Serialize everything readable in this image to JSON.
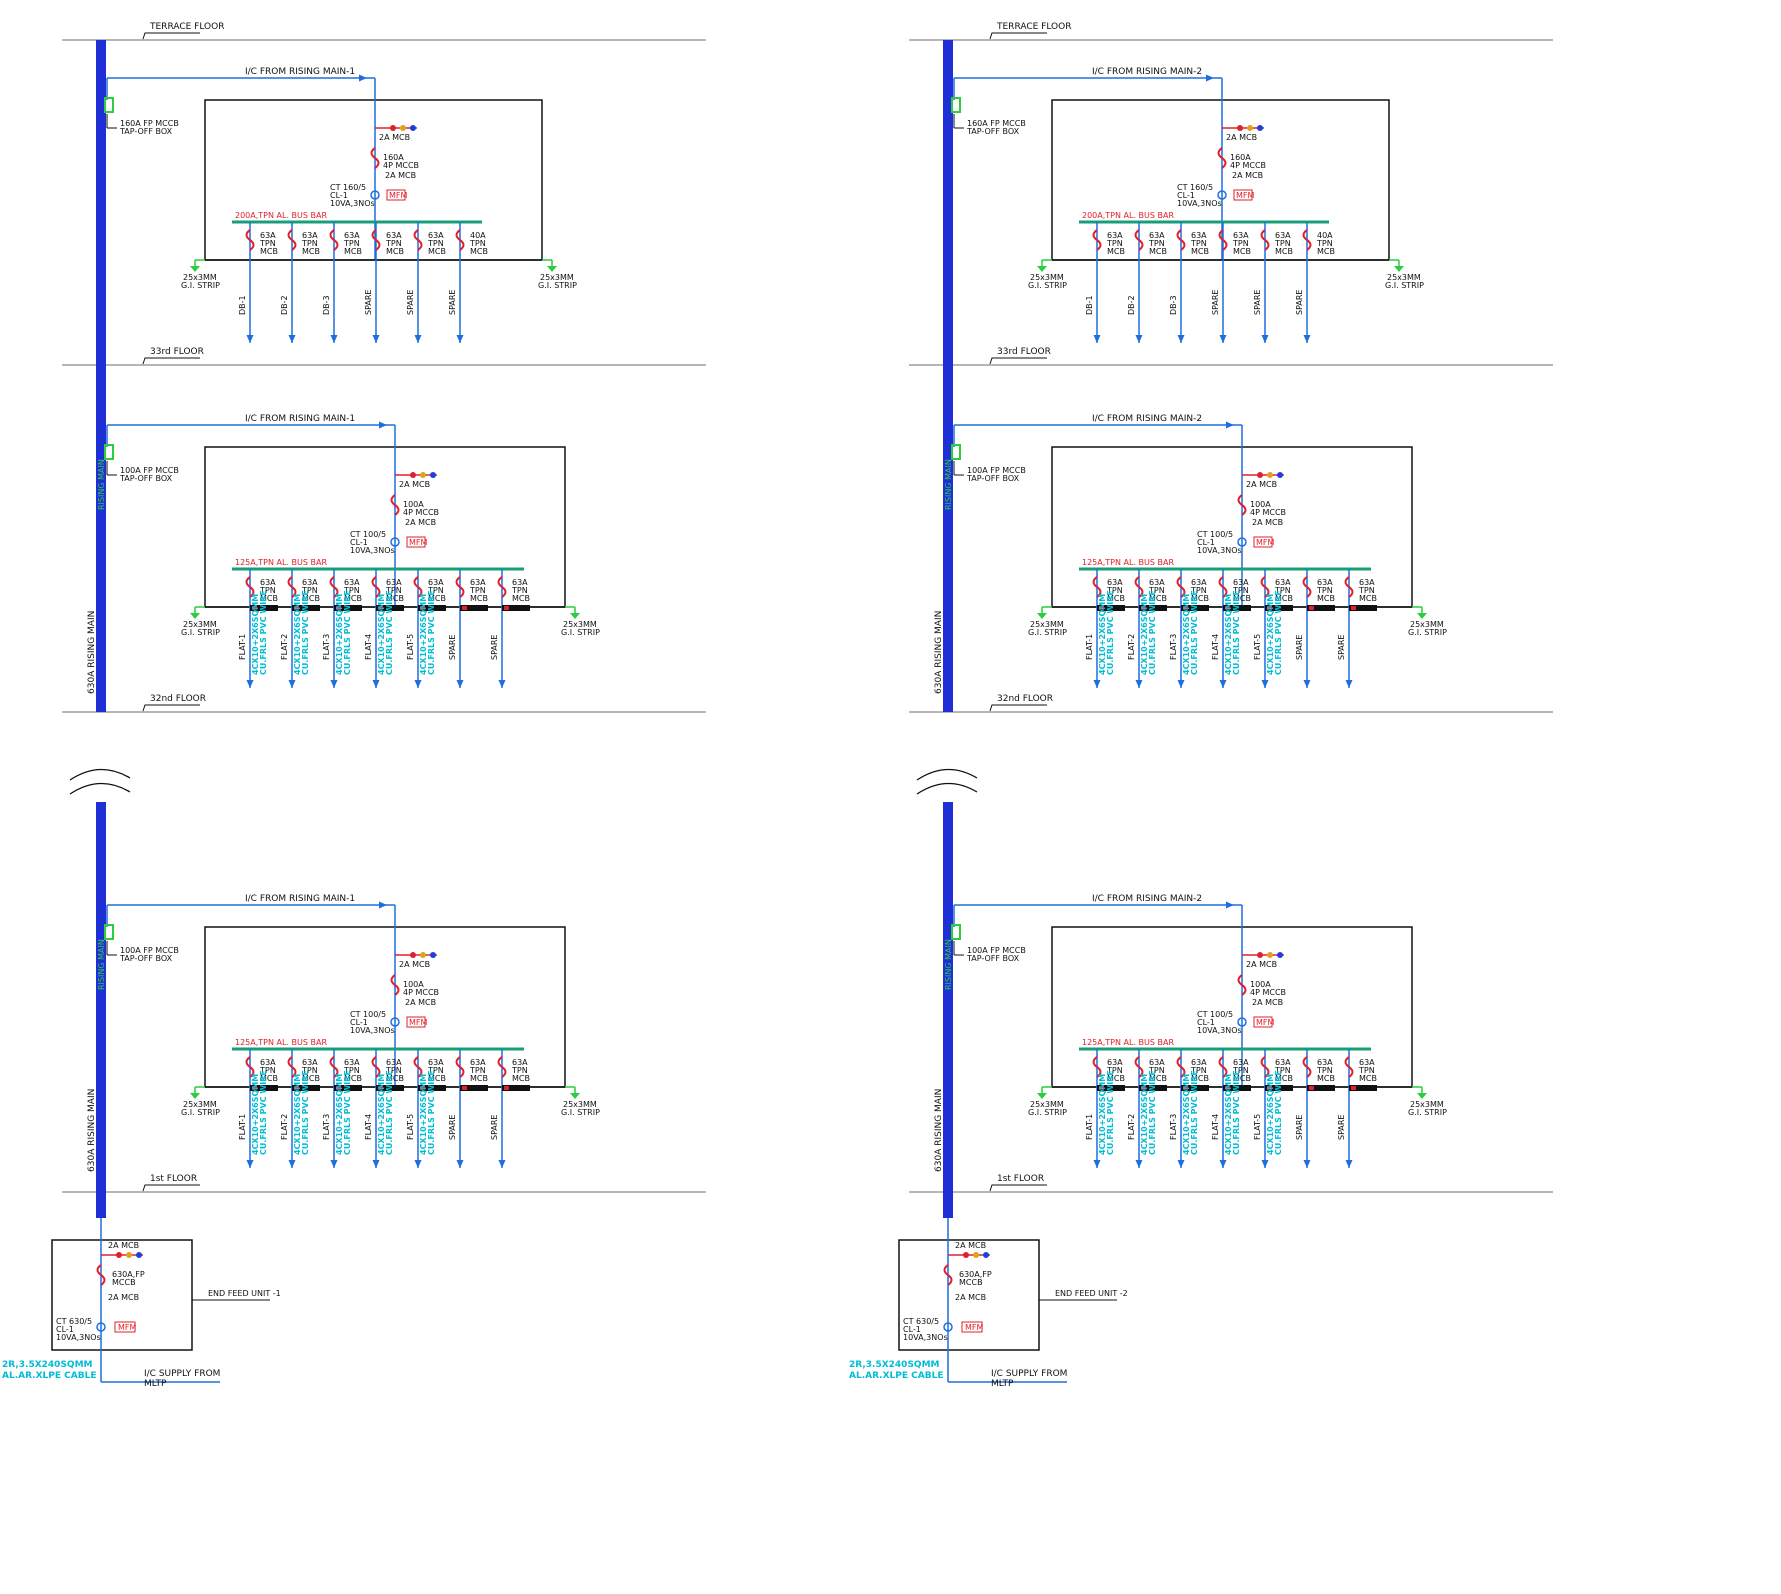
{
  "floors": {
    "terrace": "TERRACE FLOOR",
    "f33": "33rd FLOOR",
    "f32": "32nd FLOOR",
    "f1": "1st FLOOR"
  },
  "rising_main": {
    "label": "630A RISING MAIN",
    "tag": "RISING MAIN",
    "color": "#1f2fd6"
  },
  "sides": [
    {
      "incomer": "I/C FROM RISING MAIN-1",
      "end_feed": "END FEED UNIT -1"
    },
    {
      "incomer": "I/C FROM RISING MAIN-2",
      "end_feed": "END FEED UNIT -2"
    }
  ],
  "panels": {
    "top": {
      "tapoff": [
        "160A FP MCCB",
        "TAP-OFF BOX"
      ],
      "main_breaker": [
        "160A",
        "4P MCCB"
      ],
      "ct": [
        "CT 160/5",
        "CL-1",
        "10VA,3NOs"
      ],
      "busbar": "200A,TPN AL. BUS BAR",
      "breakers": [
        "63A",
        "63A",
        "63A",
        "63A",
        "63A",
        "40A"
      ],
      "breaker_type": [
        "TPN",
        "MCB"
      ],
      "outgoings": [
        "DB-1",
        "DB-2",
        "DB-3",
        "SPARE",
        "SPARE",
        "SPARE"
      ],
      "cables": []
    },
    "flat": {
      "tapoff": [
        "100A FP MCCB",
        "TAP-OFF BOX"
      ],
      "main_breaker": [
        "100A",
        "4P MCCB"
      ],
      "ct": [
        "CT 100/5",
        "CL-1",
        "10VA,3NOs"
      ],
      "busbar": "125A,TPN AL. BUS BAR",
      "breakers": [
        "63A",
        "63A",
        "63A",
        "63A",
        "63A",
        "63A",
        "63A"
      ],
      "breaker_type": [
        "TPN",
        "MCB"
      ],
      "outgoings": [
        "FLAT-1",
        "FLAT-2",
        "FLAT-3",
        "FLAT-4",
        "FLAT-5",
        "SPARE",
        "SPARE"
      ],
      "cables": [
        "4CX10+2X6SQMM",
        "CU.FRLS PVC WIRE"
      ]
    }
  },
  "common": {
    "mcb_2a": "2A MCB",
    "mfm": "MFM",
    "phases": [
      "R",
      "Y",
      "B"
    ],
    "earth": [
      "25x3MM",
      "G.I. STRIP"
    ]
  },
  "end_feed": {
    "breaker": [
      "630A,FP",
      "MCCB"
    ],
    "ct": [
      "CT 630/5",
      "CL-1",
      "10VA,3NOs"
    ],
    "cable": [
      "2R,3.5X240SQMM",
      "AL.AR.XLPE CABLE"
    ],
    "supply": [
      "I/C SUPPLY FROM",
      "MLTP"
    ]
  },
  "colors": {
    "feeder": "#1d6fe0",
    "busbar": "#1a9e7a",
    "breaker": "#e0202a",
    "earth": "#2ecc40",
    "cable_text": "#00bcd4"
  }
}
